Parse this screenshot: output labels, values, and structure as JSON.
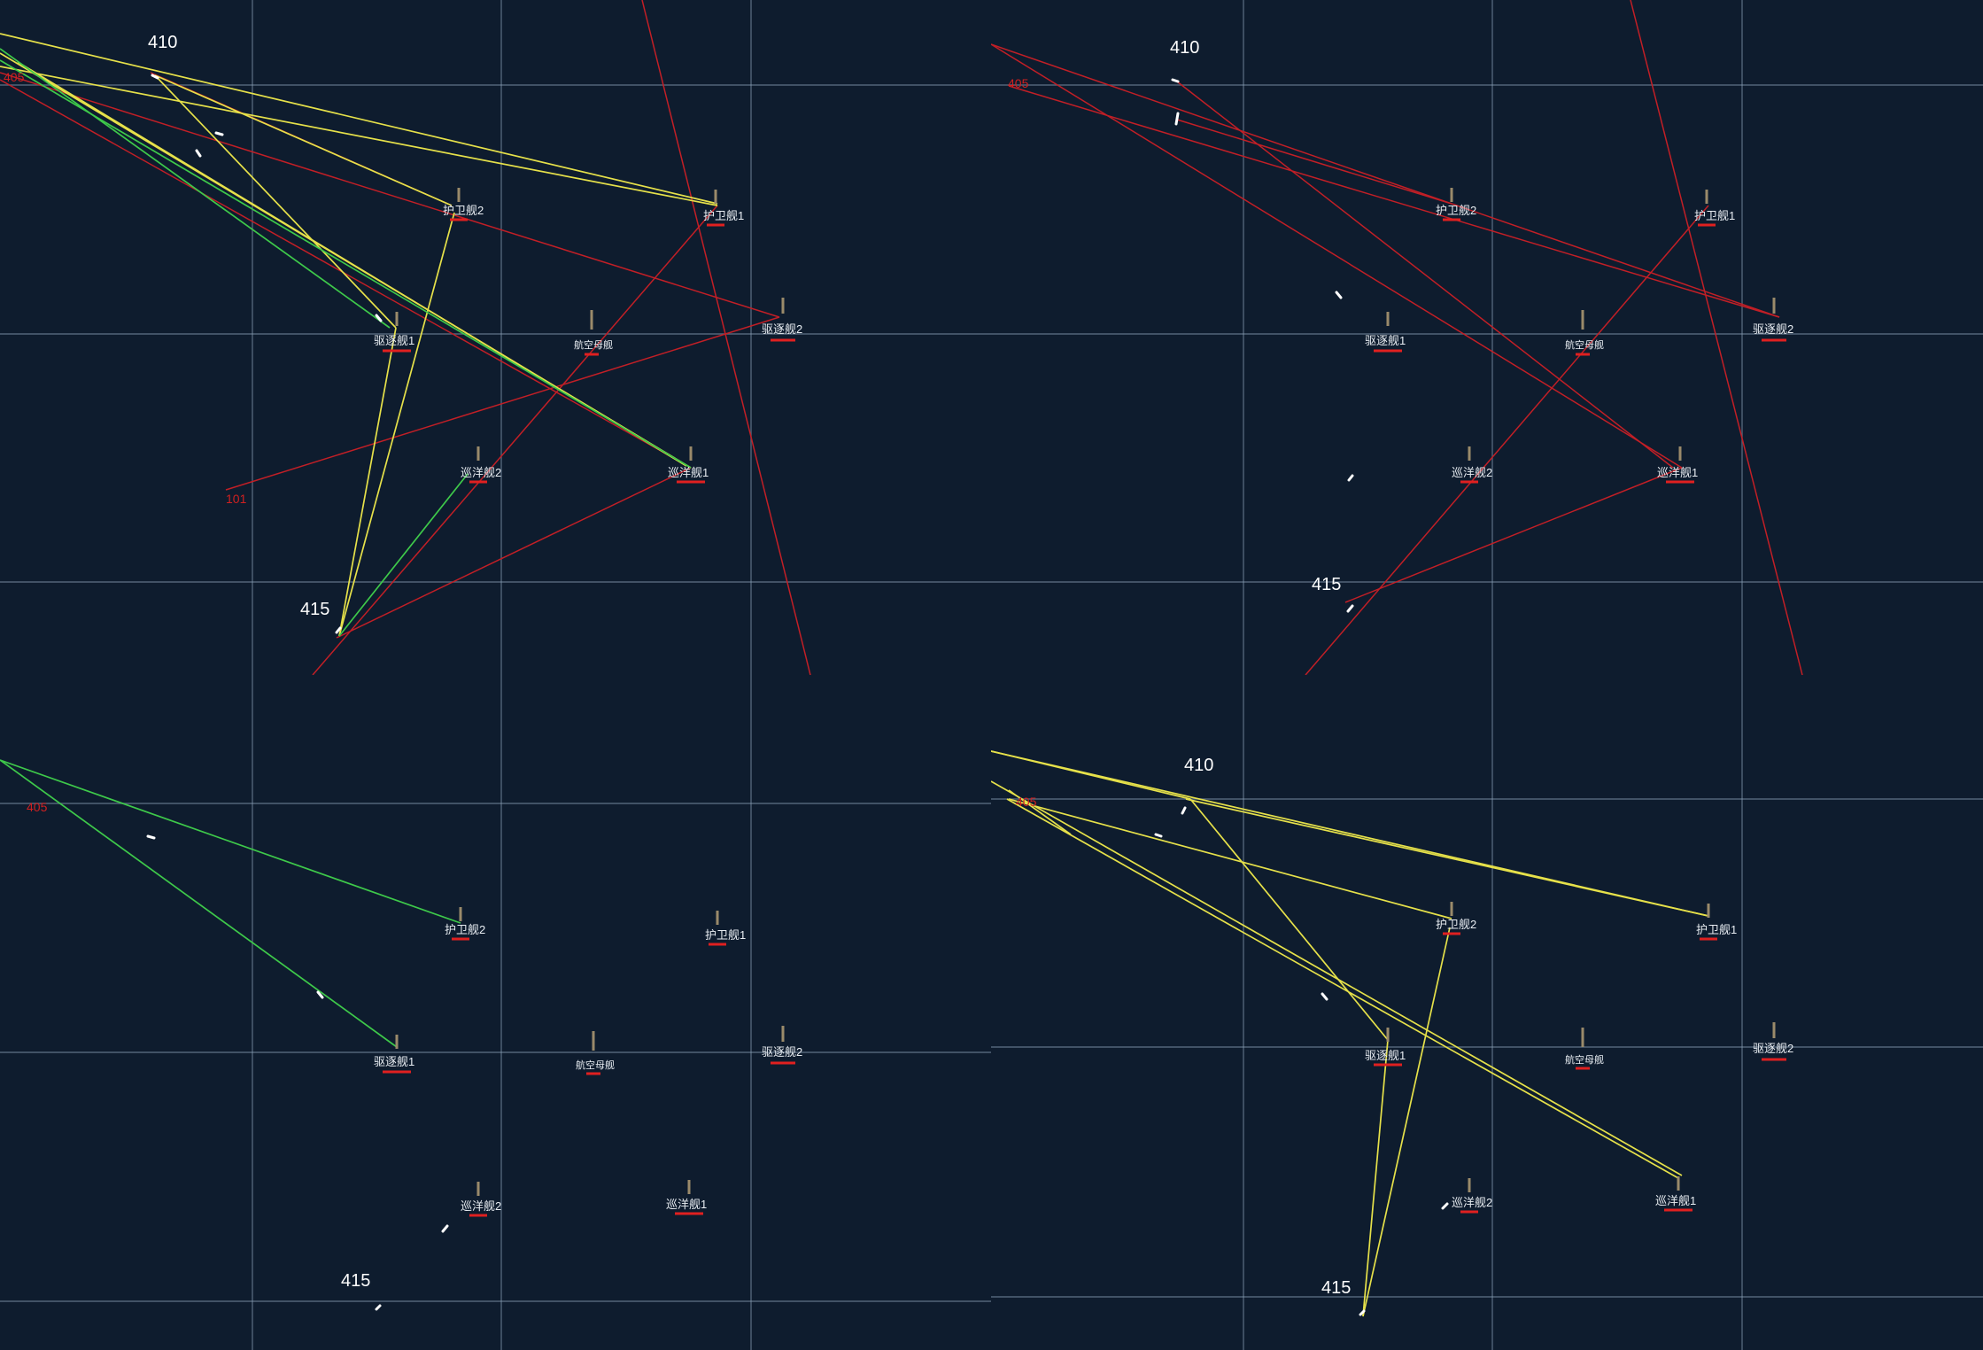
{
  "panels": [
    {
      "id": "top-left",
      "labels": {
        "t410": "410",
        "t415": "415",
        "t405": "405",
        "t101": "101"
      },
      "ships": [
        {
          "key": "frigate2",
          "name": "护卫舰2"
        },
        {
          "key": "frigate1",
          "name": "护卫舰1"
        },
        {
          "key": "destroyer1",
          "name": "驱逐舰1"
        },
        {
          "key": "carrier",
          "name": "航空母舰"
        },
        {
          "key": "destroyer2",
          "name": "驱逐舰2"
        },
        {
          "key": "cruiser2",
          "name": "巡洋舰2"
        },
        {
          "key": "cruiser1",
          "name": "巡洋舰1"
        }
      ]
    },
    {
      "id": "top-right",
      "labels": {
        "t410": "410",
        "t415": "415",
        "t405": "405"
      },
      "ships": [
        {
          "key": "frigate2",
          "name": "护卫舰2"
        },
        {
          "key": "frigate1",
          "name": "护卫舰1"
        },
        {
          "key": "destroyer1",
          "name": "驱逐舰1"
        },
        {
          "key": "carrier",
          "name": "航空母舰"
        },
        {
          "key": "destroyer2",
          "name": "驱逐舰2"
        },
        {
          "key": "cruiser2",
          "name": "巡洋舰2"
        },
        {
          "key": "cruiser1",
          "name": "巡洋舰1"
        }
      ]
    },
    {
      "id": "bottom-left",
      "labels": {
        "t415": "415",
        "t405": "405"
      },
      "ships": [
        {
          "key": "frigate2",
          "name": "护卫舰2"
        },
        {
          "key": "frigate1",
          "name": "护卫舰1"
        },
        {
          "key": "destroyer1",
          "name": "驱逐舰1"
        },
        {
          "key": "carrier",
          "name": "航空母舰"
        },
        {
          "key": "destroyer2",
          "name": "驱逐舰2"
        },
        {
          "key": "cruiser2",
          "name": "巡洋舰2"
        },
        {
          "key": "cruiser1",
          "name": "巡洋舰1"
        }
      ]
    },
    {
      "id": "bottom-right",
      "labels": {
        "t410": "410",
        "t415": "415",
        "t405": "405"
      },
      "ships": [
        {
          "key": "frigate2",
          "name": "护卫舰2"
        },
        {
          "key": "frigate1",
          "name": "护卫舰1"
        },
        {
          "key": "destroyer1",
          "name": "驱逐舰1"
        },
        {
          "key": "carrier",
          "name": "航空母舰"
        },
        {
          "key": "destroyer2",
          "name": "驱逐舰2"
        },
        {
          "key": "cruiser2",
          "name": "巡洋舰2"
        },
        {
          "key": "cruiser1",
          "name": "巡洋舰1"
        }
      ]
    }
  ],
  "colors": {
    "background": "#0e1c2e",
    "red_track": "#c21f26",
    "yellow_track": "#e6e14a",
    "green_track": "#3ec94a",
    "grid": "#8aa0b8"
  }
}
